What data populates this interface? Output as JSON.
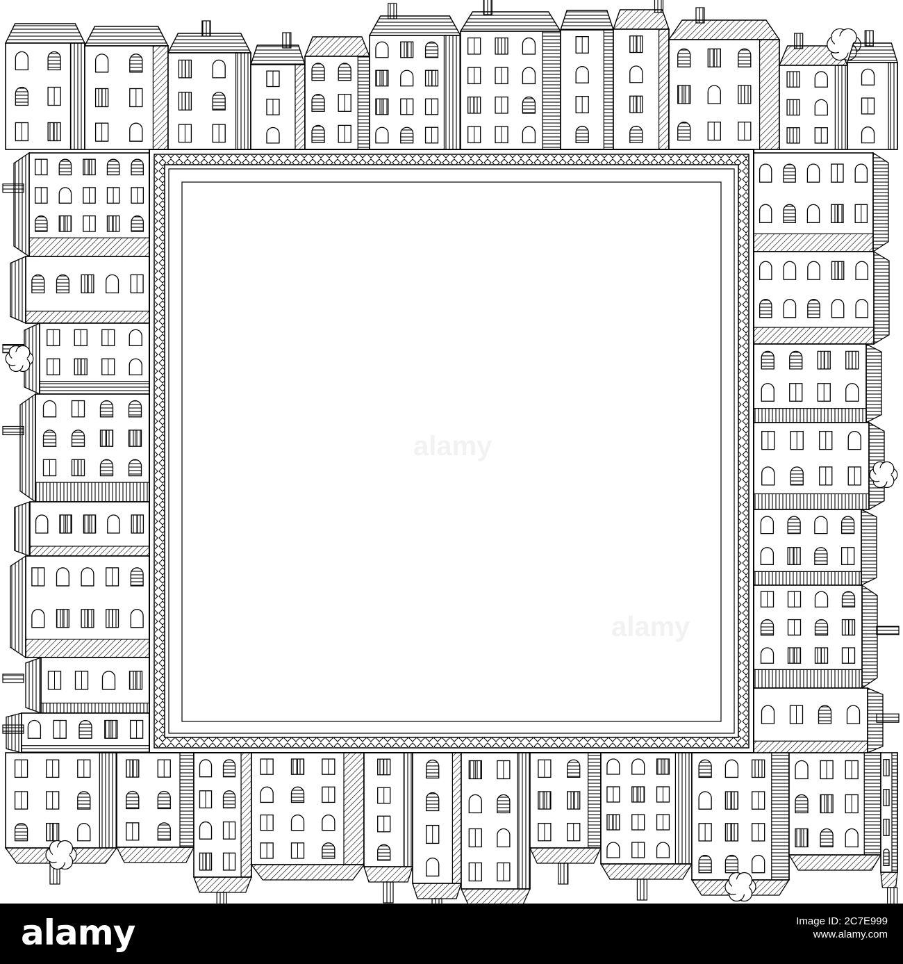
{
  "colors": {
    "ink": "#000000",
    "paper": "#ffffff",
    "bar": "#000000"
  },
  "footer": {
    "brand": "alamy",
    "image_id_label": "Image ID: 2C7E999",
    "site": "www.alamy.com"
  },
  "watermark": "alamy"
}
